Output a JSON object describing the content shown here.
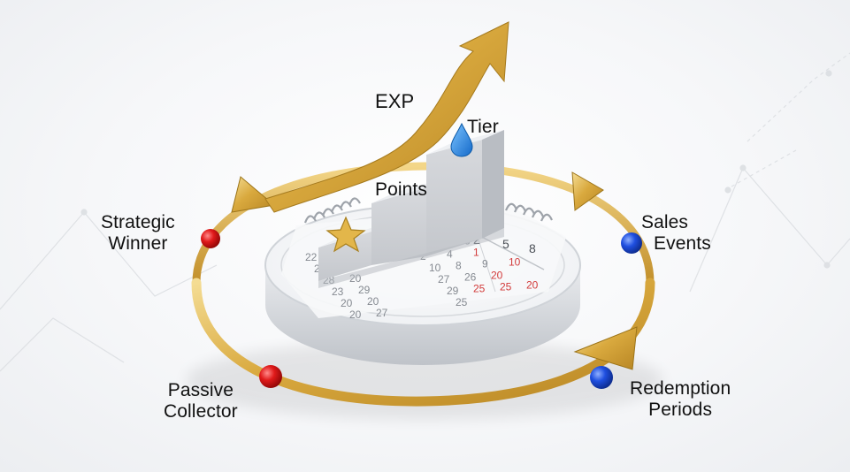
{
  "labels": {
    "exp": "EXP",
    "tier": "Tier",
    "points": "Points",
    "strategic_winner": [
      "Strategic",
      "Winner"
    ],
    "sales_events": [
      "Sales",
      "Events"
    ],
    "passive_collector": [
      "Passive",
      "Collector"
    ],
    "redemption_periods": [
      "Redemption",
      "Periods"
    ]
  },
  "calendar": {
    "header_numbers": [
      "2",
      "5",
      "8"
    ],
    "rows": [
      [
        "22",
        "24",
        "3",
        "5",
        "8"
      ],
      [
        "27",
        "27",
        "2",
        "4",
        "1"
      ],
      [
        "28",
        "20",
        "10",
        "8",
        "9",
        "10"
      ],
      [
        "23",
        "29",
        "27",
        "26",
        "20"
      ],
      [
        "20",
        "20",
        "29",
        "25",
        "25",
        "20"
      ],
      [
        "20",
        "27",
        "25"
      ]
    ],
    "highlighted_numbers": [
      "1",
      "10",
      "20",
      "25"
    ]
  },
  "colors": {
    "gold": "#d4a63a",
    "gold_light": "#f1d58a",
    "gold_dark": "#a57a1e",
    "red_marker": "#e01a1a",
    "blue_marker": "#1f4fe0",
    "calendar_base": "#d7dadf",
    "steps": "#dfe1e5",
    "droplet": "#2b8fe6",
    "star": "#e6b94a"
  },
  "icons": {
    "star": "star-icon",
    "droplet": "droplet-icon"
  }
}
